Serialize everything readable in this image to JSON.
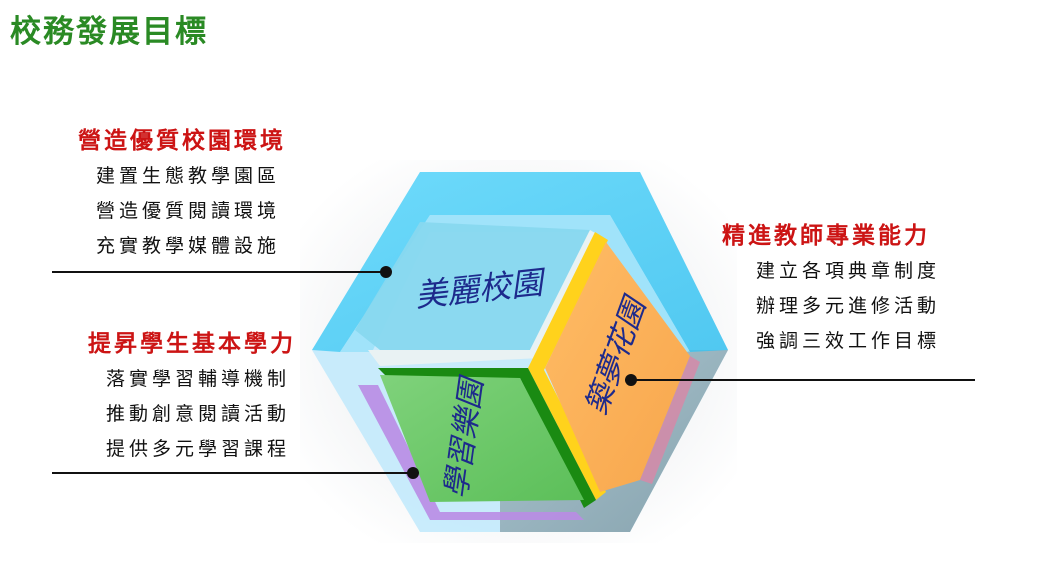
{
  "page": {
    "title": "校務發展目標"
  },
  "faces": {
    "top": "美麗校園",
    "right": "築夢花園",
    "left": "學習樂園"
  },
  "goals": [
    {
      "title": "營造優質校園環境",
      "items": [
        "建置生態教學園區",
        "營造優質閱讀環境",
        "充實教學媒體設施"
      ]
    },
    {
      "title": "提昇學生基本學力",
      "items": [
        "落實學習輔導機制",
        "推動創意閱讀活動",
        "提供多元學習課程"
      ]
    },
    {
      "title": "精進教師專業能力",
      "items": [
        "建立各項典章制度",
        "辦理多元進修活動",
        "強調三效工作目標"
      ]
    }
  ],
  "colors": {
    "title_green": "#2a8a24",
    "goal_red": "#cc1414",
    "cyan": "#4fd0f8",
    "green_face": "#6cc96a",
    "orange_face": "#ffb35a",
    "yellow_edge": "#ffd21c",
    "dark_green_edge": "#1a8a12"
  }
}
